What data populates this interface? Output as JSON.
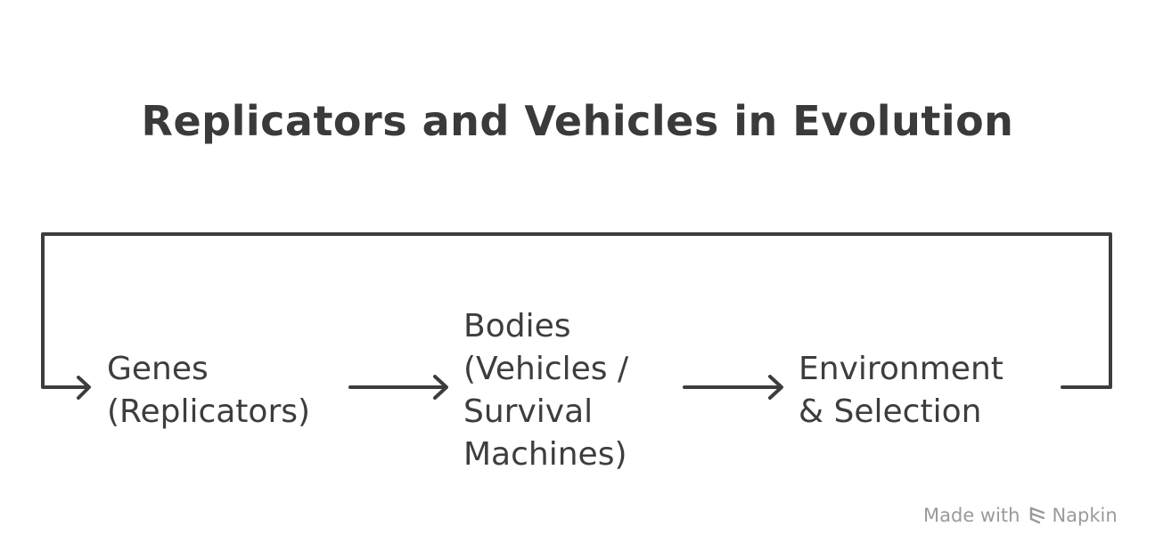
{
  "title": "Replicators and Vehicles in Evolution",
  "nodes": {
    "genes": "Genes\n(Replicators)",
    "bodies": "Bodies\n(Vehicles /\nSurvival\nMachines)",
    "environment": "Environment\n& Selection"
  },
  "footer": {
    "made_with": "Made with",
    "brand": "Napkin"
  },
  "colors": {
    "stroke": "#3d3d3d",
    "text": "#3d3d3d",
    "footer": "#9a9a9a",
    "background": "#ffffff"
  }
}
